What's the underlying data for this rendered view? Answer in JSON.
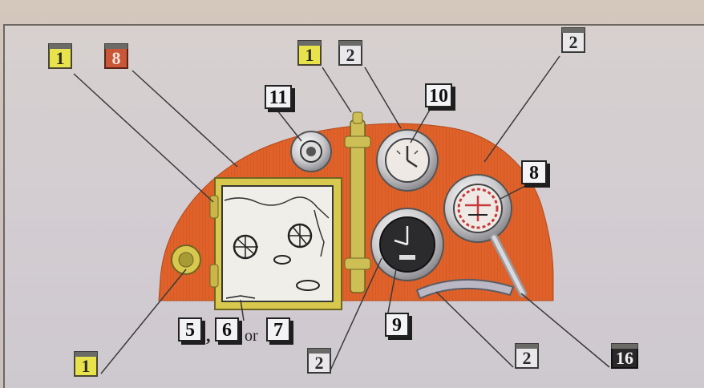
{
  "callouts": {
    "tl_yellow_1": "1",
    "tl_orange_8": "8",
    "top_yellow_1": "1",
    "top_white_2": "2",
    "tr_white_2": "2",
    "box_11": "11",
    "box_10": "10",
    "box_8": "8",
    "box_5": "5",
    "box_6": "6",
    "box_7": "7",
    "or_text": "or",
    "comma": ",",
    "box_9": "9",
    "bl_yellow_1": "1",
    "bottom_white_2a": "2",
    "bottom_white_2b": "2",
    "bottom_black_16": "16"
  },
  "colors": {
    "panel_orange": "#e0622a",
    "brass": "#c9b54a",
    "gauge_face_light": "#efe9e6",
    "gauge_face_dark": "#2b2b2e",
    "tag_yellow": "#e8e34c",
    "tag_orange": "#c85637",
    "tag_black": "#2b2829"
  }
}
